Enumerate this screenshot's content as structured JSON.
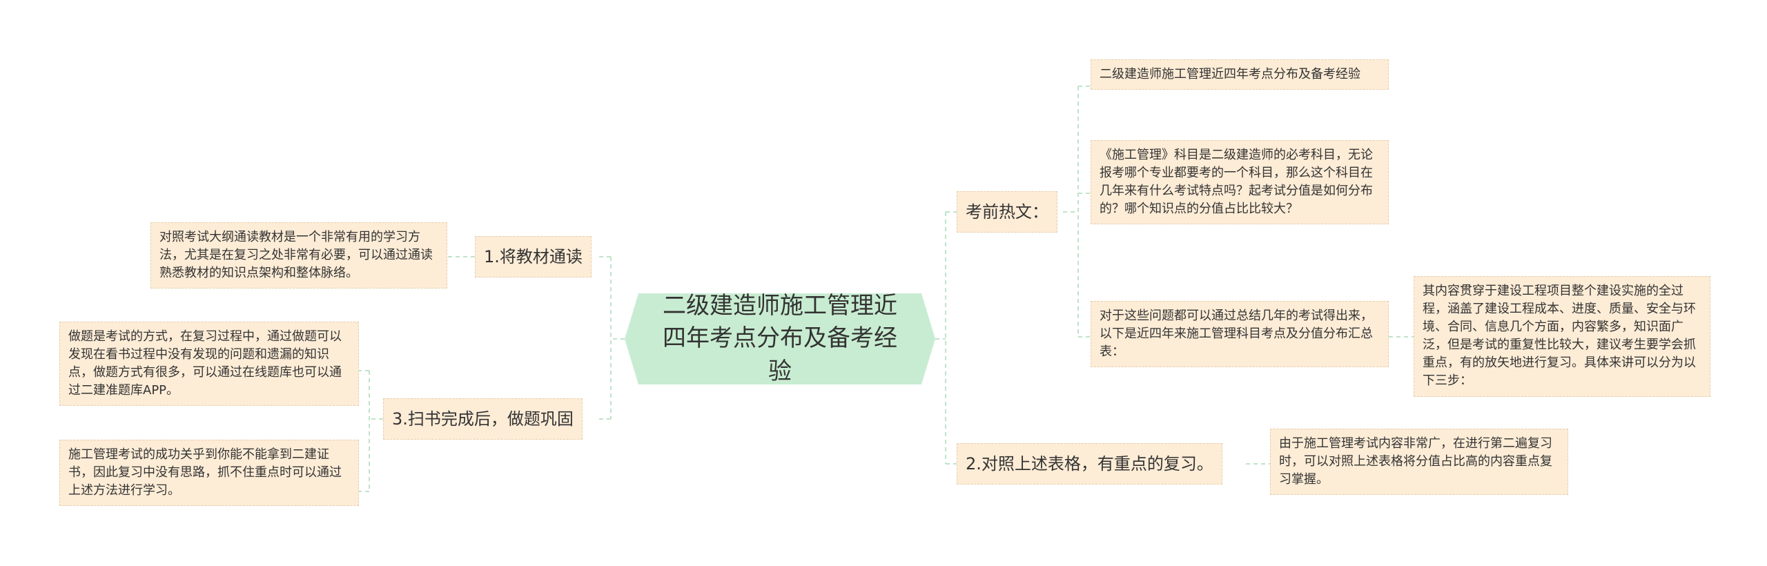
{
  "root": {
    "title": "二级建造师施工管理近四年考点分布及备考经验"
  },
  "left": {
    "b1": {
      "label": "1.将教材通读",
      "note": "对照考试大纲通读教材是一个非常有用的学习方法，尤其是在复习之处非常有必要，可以通过通读熟悉教材的知识点架构和整体脉络。"
    },
    "b3": {
      "label": "3.扫书完成后，做题巩固",
      "note1": "做题是考试的方式，在复习过程中，通过做题可以发现在看书过程中没有发现的问题和遗漏的知识点，做题方式有很多，可以通过在线题库也可以通过二建准题库APP。",
      "note2": "施工管理考试的成功关乎到你能不能拿到二建证书，因此复习中没有思路，抓不住重点时可以通过上述方法进行学习。"
    }
  },
  "right": {
    "hot": {
      "label": "考前热文：",
      "n1": "二级建造师施工管理近四年考点分布及备考经验",
      "n2": "《施工管理》科目是二级建造师的必考科目，无论报考哪个专业都要考的一个科目，那么这个科目在几年来有什么考试特点吗？起考试分值是如何分布的？哪个知识点的分值占比比较大？",
      "n3": "对于这些问题都可以通过总结几年的考试得出来，以下是近四年来施工管理科目考点及分值分布汇总表：",
      "n4": "其内容贯穿于建设工程项目整个建设实施的全过程，涵盖了建设工程成本、进度、质量、安全与环境、合同、信息几个方面，内容繁多，知识面广泛，但是考试的重复性比较大，建议考生要学会抓重点，有的放矢地进行复习。具体来讲可以分为以下三步："
    },
    "b2": {
      "label": "2.对照上述表格，有重点的复习。",
      "note": "由于施工管理考试内容非常广，在进行第二遍复习时，可以对照上述表格将分值占比高的内容重点复习掌握。"
    }
  }
}
